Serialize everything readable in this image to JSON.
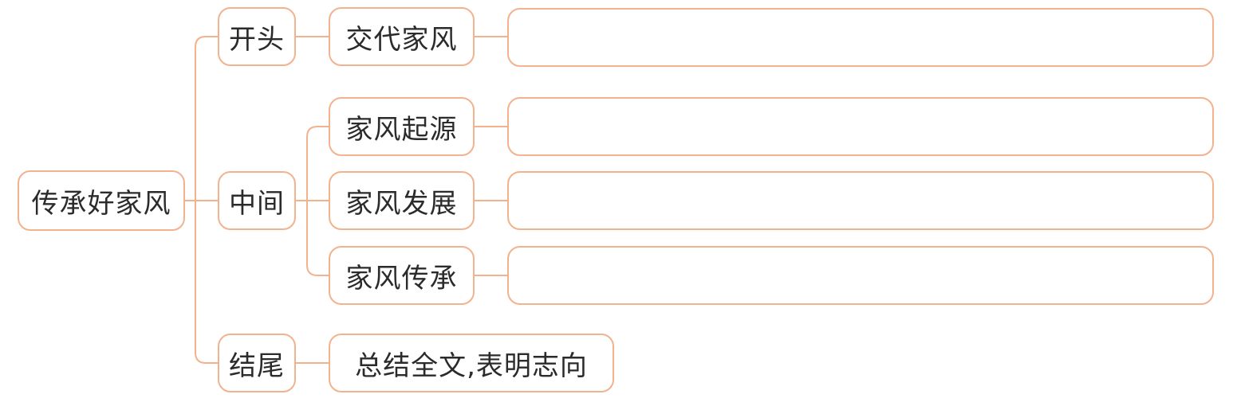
{
  "root": {
    "label": "传承好家风"
  },
  "sections": [
    {
      "label": "开头",
      "items": [
        {
          "label": "交代家风",
          "answer": ""
        }
      ]
    },
    {
      "label": "中间",
      "items": [
        {
          "label": "家风起源",
          "answer": ""
        },
        {
          "label": "家风发展",
          "answer": ""
        },
        {
          "label": "家风传承",
          "answer": ""
        }
      ]
    },
    {
      "label": "结尾",
      "items": [
        {
          "label": "总结全文,表明志向"
        }
      ]
    }
  ],
  "colors": {
    "border": "#f3b28e",
    "text": "#2b2b2b"
  }
}
